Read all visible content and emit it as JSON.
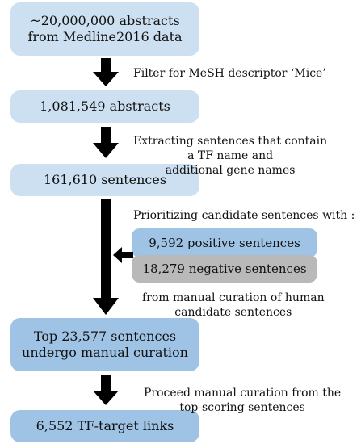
{
  "boxes": {
    "b1": [
      "~20,000,000 abstracts",
      "from Medline2016 data"
    ],
    "b2": "1,081,549 abstracts",
    "b3": "161,610 sentences",
    "b4": "9,592 positive sentences",
    "b5": "18,279 negative sentences",
    "b6": [
      "Top 23,577 sentences",
      "undergo manual curation"
    ],
    "b7": "6,552 TF-target links"
  },
  "notes": {
    "n1": "Filter for MeSH descriptor ‘Mice’",
    "n2": [
      "Extracting sentences that contain",
      "a TF name and",
      "additional gene names"
    ],
    "n3": "Prioritizing candidate sentences with :",
    "n4": [
      "from manual curation of human",
      "candidate sentences"
    ],
    "n5": [
      "Proceed manual curation from the",
      "top-scoring sentences"
    ]
  },
  "colors": {
    "light_box": "#cde0f1",
    "mid_box": "#9fc3e4",
    "gray_box": "#b9b9b9",
    "arrow": "#000000"
  }
}
